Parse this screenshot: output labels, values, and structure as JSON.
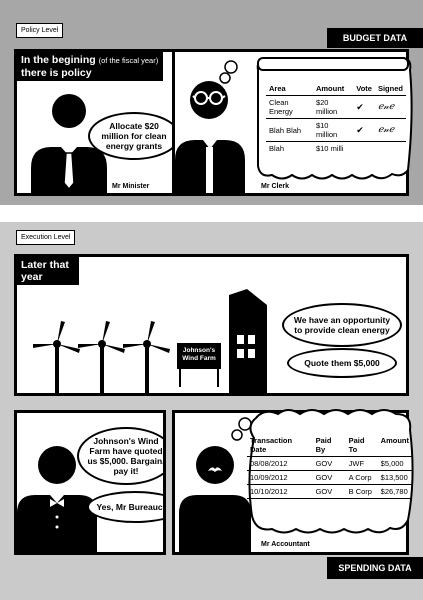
{
  "policy": {
    "level_label": "Policy Level",
    "budget_label": "BUDGET DATA",
    "headline_line1": "In the begining",
    "headline_aside": "(of the fiscal year)",
    "headline_line2": "there is policy",
    "minister_speech": "Allocate $20 million for clean energy grants",
    "minister_caption": "Mr Minister",
    "clerk_caption": "Mr Clerk",
    "budget_table": {
      "headers": [
        "Area",
        "Amount",
        "Vote",
        "Signed"
      ],
      "rows": [
        [
          "Clean Energy",
          "$20 million",
          "✔",
          "ℯ𝓃ℯ"
        ],
        [
          "Blah Blah",
          "$10 million",
          "✔",
          "ℯ𝓃ℯ"
        ],
        [
          "Blah",
          "$10 milli",
          "",
          ""
        ]
      ]
    }
  },
  "execution": {
    "level_label": "Execution Level",
    "spending_label": "SPENDING DATA",
    "headline": "Later that year",
    "sign_text": "Johnson's Wind Farm",
    "speech_opportunity": "We have an opportunity to provide clean energy",
    "speech_quote": "Quote them $5,000",
    "speech_pay": "Johnson's Wind Farm have quoted us $5,000. Bargain, pay it!",
    "speech_reply": "Yes, Mr Bureaucrat",
    "accountant_caption": "Mr Accountant",
    "spending_table": {
      "headers": [
        "Transaction Date",
        "Paid By",
        "Paid To",
        "Amount"
      ],
      "rows": [
        [
          "08/08/2012",
          "GOV",
          "JWF",
          "$5,000"
        ],
        [
          "10/09/2012",
          "GOV",
          "A Corp",
          "$13,500"
        ],
        [
          "10/10/2012",
          "GOV",
          "B Corp",
          "$26,780"
        ]
      ]
    }
  }
}
